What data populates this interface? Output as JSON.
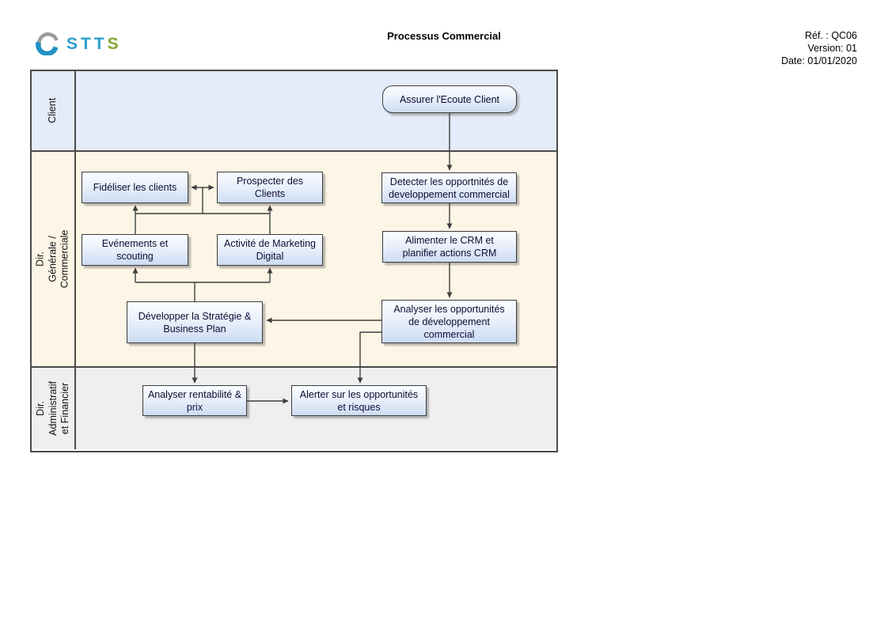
{
  "header": {
    "logo": {
      "text_primary": "STT",
      "text_accent": "S",
      "color_primary": "#2a9fca",
      "color_accent": "#85a834",
      "icon_gray": "#9b9b9b",
      "icon_blue": "#2191c4"
    },
    "title": "Processus Commercial",
    "ref": "Réf. : QC06",
    "version": "Version: 01",
    "date": "Date: 01/01/2020"
  },
  "lanes": [
    {
      "id": "client",
      "label": "Client",
      "bg_color": "#e4ebf9"
    },
    {
      "id": "dir-generale-commerciale",
      "label": "Dir. Générale / Commerciale",
      "bg_color": "#fdf5e5"
    },
    {
      "id": "dir-administratif-financier",
      "label": "Dir. Administratif\net Financier",
      "bg_color": "#efeff0"
    }
  ],
  "nodes": {
    "assurer": {
      "label": "Assurer l'Ecoute Client",
      "lane": "Client",
      "shape": "rounded"
    },
    "fideliser": {
      "label": "Fidéliser les clients",
      "lane": "Dir. Générale / Commerciale",
      "shape": "rect"
    },
    "prospecter": {
      "label": "Prospecter des\nClients",
      "lane": "Dir. Générale / Commerciale",
      "shape": "rect"
    },
    "detecter": {
      "label": "Detecter les opportnités de\ndeveloppement commercial",
      "lane": "Dir. Générale / Commerciale",
      "shape": "rect"
    },
    "evenements": {
      "label": "Evénements et\nscouting",
      "lane": "Dir. Générale / Commerciale",
      "shape": "rect"
    },
    "marketing": {
      "label": "Activité de Marketing\nDigital",
      "lane": "Dir. Générale / Commerciale",
      "shape": "rect"
    },
    "alimenter": {
      "label": "Alimenter le CRM et\nplanifier actions CRM",
      "lane": "Dir. Générale / Commerciale",
      "shape": "rect"
    },
    "developper": {
      "label": "Développer la Stratégie &\nBusiness Plan",
      "lane": "Dir. Générale / Commerciale",
      "shape": "rect"
    },
    "analyser_opp": {
      "label": "Analyser les opportunités\nde développement\ncommercial",
      "lane": "Dir. Générale / Commerciale",
      "shape": "rect"
    },
    "rentabilite": {
      "label": "Analyser rentabilité &\nprix",
      "lane": "Dir. Administratif et Financier",
      "shape": "rect"
    },
    "alerter": {
      "label": "Alerter sur les opportunités\net risques",
      "lane": "Dir. Administratif et Financier",
      "shape": "rect"
    }
  },
  "connector_color": "#3f3f3f"
}
